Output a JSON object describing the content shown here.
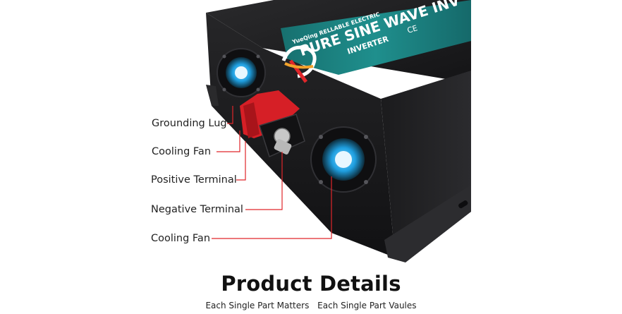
{
  "product": {
    "brand_line": "YueQing RELLABLE ELECTRIC",
    "model_line": "PURE SINE WAVE INV",
    "sub_line": "INVERTER",
    "marks": "CE"
  },
  "callouts": [
    {
      "id": "grounding-lug",
      "text": "Grounding Lug"
    },
    {
      "id": "cooling-fan-1",
      "text": "Cooling Fan"
    },
    {
      "id": "positive-terminal",
      "text": "Positive Terminal"
    },
    {
      "id": "negative-terminal",
      "text": "Negative Terminal"
    },
    {
      "id": "cooling-fan-2",
      "text": "Cooling Fan"
    }
  ],
  "footer": {
    "title": "Product Details",
    "tag_left": "Each Single Part Matters",
    "tag_right": "Each Single Part Vaules"
  },
  "colors": {
    "accent_red": "#e0262a",
    "panel_teal": "#1f8a8a",
    "body_black": "#1c1c1e",
    "fan_blue": "#2fb6ea"
  }
}
